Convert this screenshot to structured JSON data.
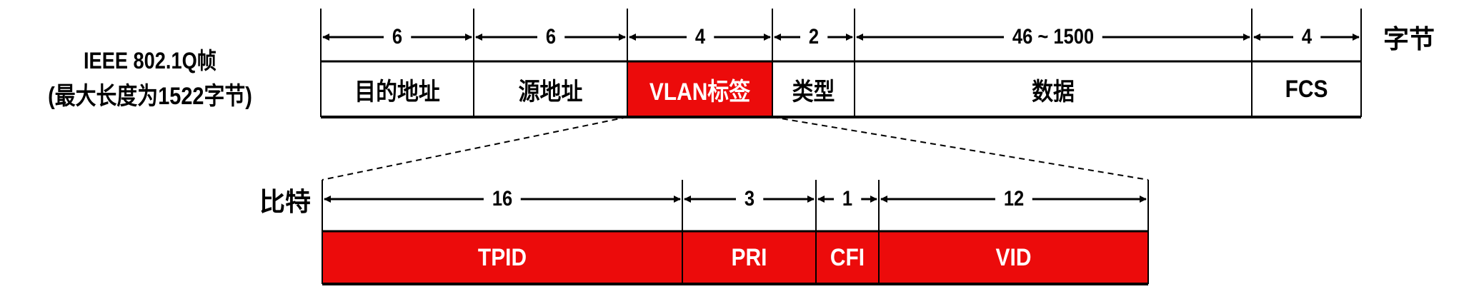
{
  "frame_title": "IEEE 802.1Q帧",
  "frame_subtitle": "(最大长度为1522字节)",
  "byte_unit": "字节",
  "bit_unit": "比特",
  "accent_color": "#ec0b0b",
  "frame_fields": [
    {
      "name": "目的地址",
      "size": "6",
      "highlight": false
    },
    {
      "name": "源地址",
      "size": "6",
      "highlight": false
    },
    {
      "name": "VLAN标签",
      "size": "4",
      "highlight": true
    },
    {
      "name": "类型",
      "size": "2",
      "highlight": false
    },
    {
      "name": "数据",
      "size": "46 ~ 1500",
      "highlight": false
    },
    {
      "name": "FCS",
      "size": "4",
      "highlight": false
    }
  ],
  "tag_fields": [
    {
      "name": "TPID",
      "size": "16"
    },
    {
      "name": "PRI",
      "size": "3"
    },
    {
      "name": "CFI",
      "size": "1"
    },
    {
      "name": "VID",
      "size": "12"
    }
  ]
}
